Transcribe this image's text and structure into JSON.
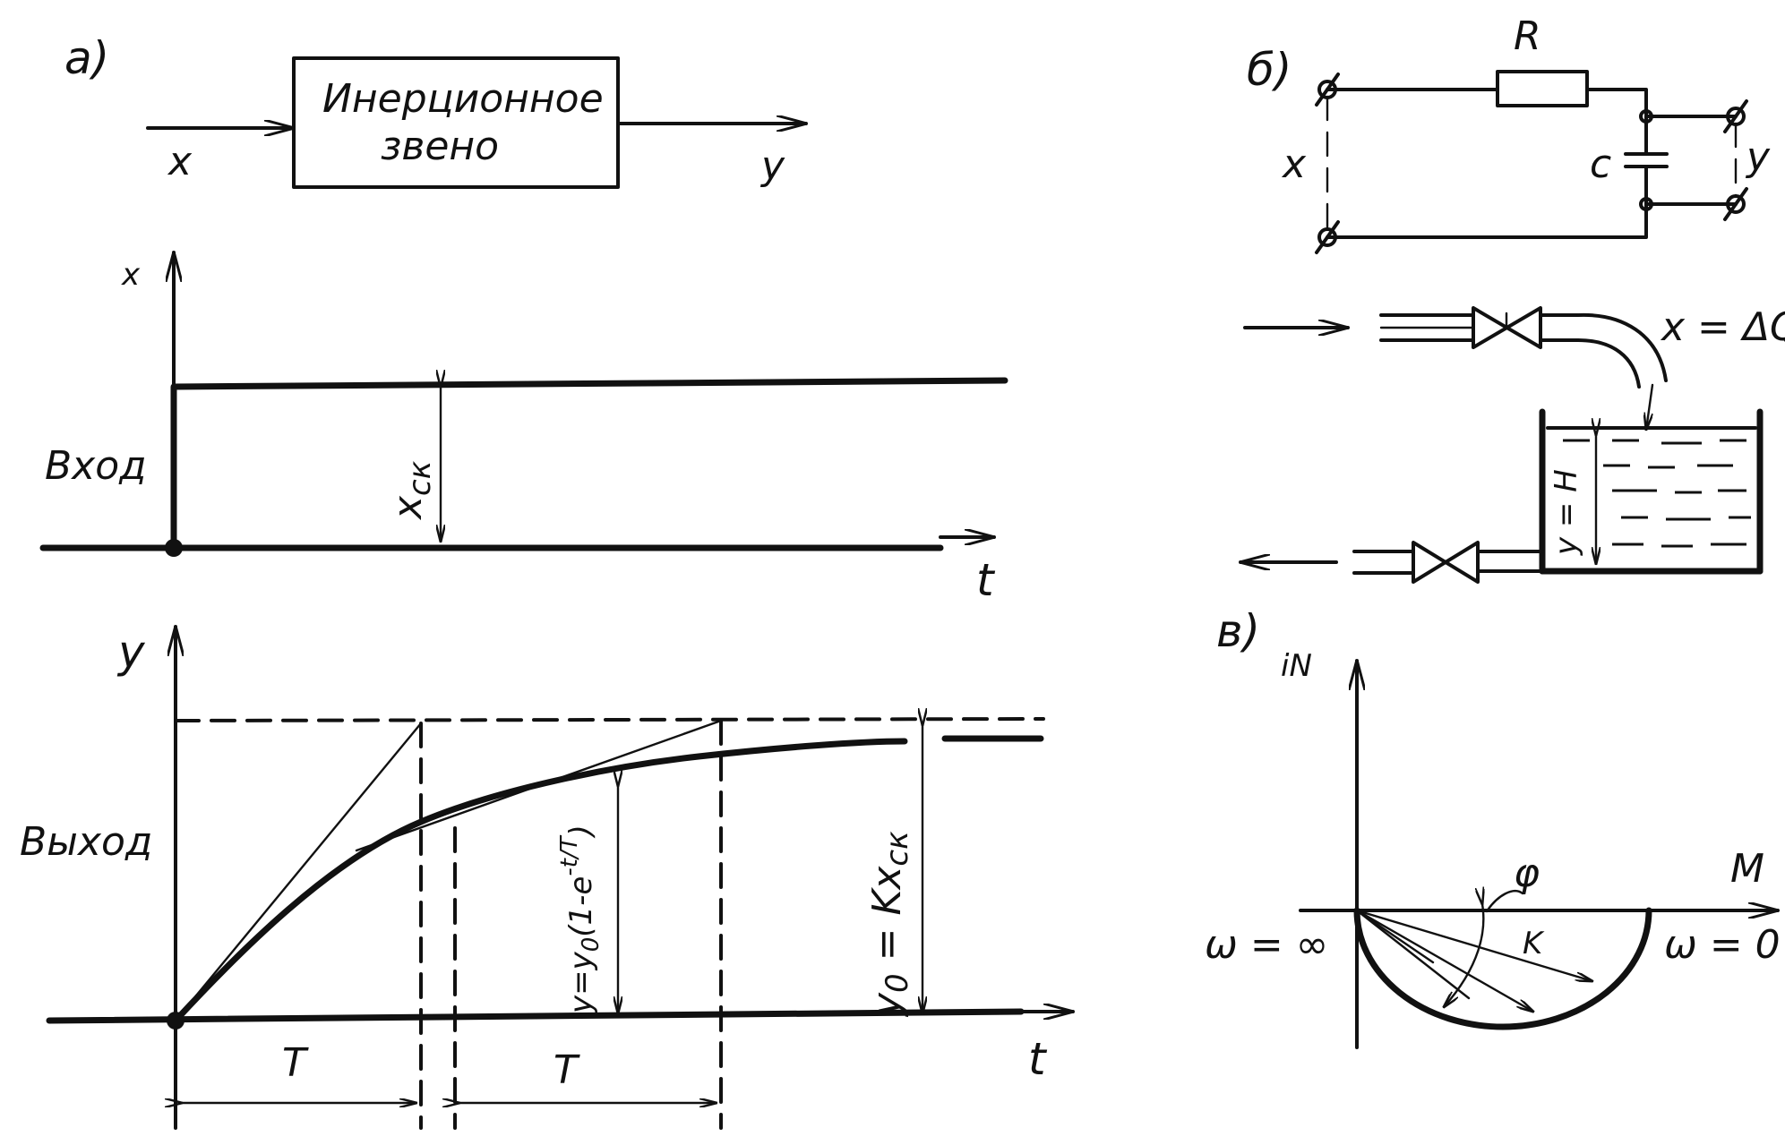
{
  "panel_a": {
    "panel_label": "а)",
    "block_text_line1": "Инерционное",
    "block_text_line2": "звено",
    "block_input": "x",
    "block_output": "y",
    "input_graph": {
      "axis_y_label": "x",
      "axis_t_label": "t",
      "side_label": "Вход",
      "step_label": "x",
      "step_label_sub": "ск"
    },
    "output_graph": {
      "axis_y_label": "y",
      "axis_t_label": "t",
      "side_label": "Выход",
      "formula_main": "y=y",
      "formula_sub": "0",
      "formula_rest": "(1-e",
      "formula_exp": "-t/T",
      "formula_close": ")",
      "steady_label": "y",
      "steady_sub": "0",
      "steady_rest": " = Kx",
      "steady_rest_sub": "ск",
      "T1_label": "T",
      "T2_label": "T"
    }
  },
  "panel_b": {
    "panel_label": "б)",
    "resistor_label": "R",
    "capacitor_label": "c",
    "input_label": "x",
    "output_label": "y",
    "tank_flow_label": "x = ΔQ",
    "tank_level_label": "y = H"
  },
  "panel_c": {
    "panel_label": "в)",
    "imag_axis_label": "iN",
    "real_axis_label": "M",
    "omega_inf_label": "ω = ∞",
    "omega_zero_label": "ω = 0",
    "phi_label": "φ",
    "k_label": "K"
  }
}
